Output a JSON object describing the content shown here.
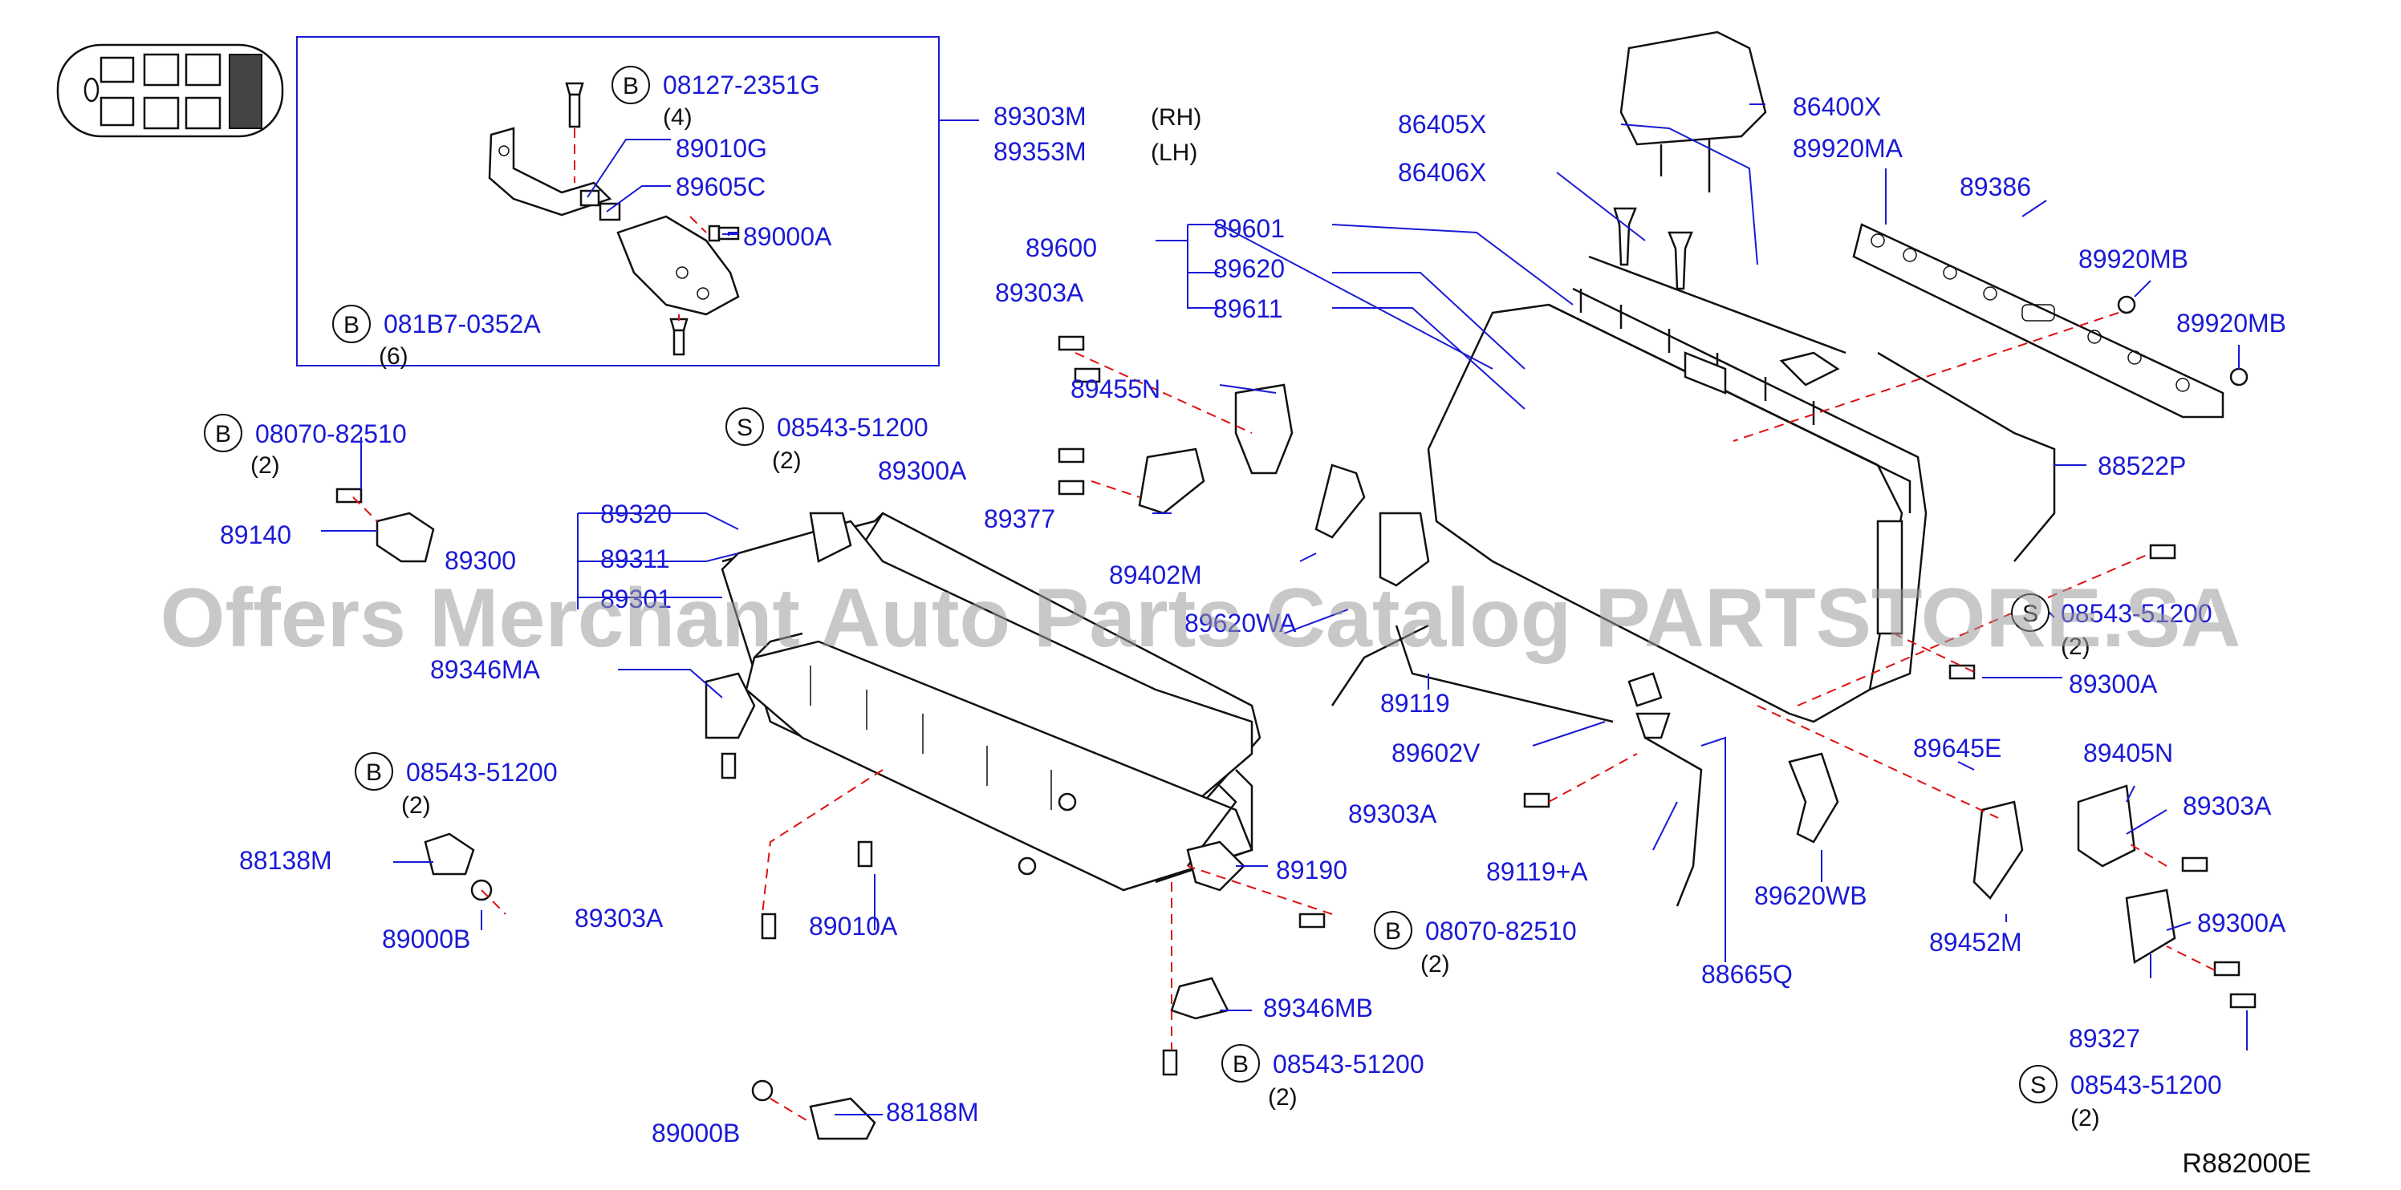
{
  "detail": {
    "b1_letter": "B",
    "b1_num": "08127-2351G",
    "b1_qty": "(4)",
    "p89010G": "89010G",
    "p89605C": "89605C",
    "p89000A": "89000A",
    "b2_letter": "B",
    "b2_num": "081B7-0352A",
    "b2_qty": "(6)"
  },
  "bracket": {
    "rh_num": "89303M",
    "rh_side": "(RH)",
    "lh_num": "89353M",
    "lh_side": "(LH)"
  },
  "top": {
    "p86405X": "86405X",
    "p86406X": "86406X",
    "p86400X": "86400X",
    "p89920MA": "89920MA",
    "p89386": "89386",
    "p89920MB_a": "89920MB",
    "p89920MB_b": "89920MB",
    "p88522P": "88522P",
    "p89600": "89600",
    "p89601": "89601",
    "p89620": "89620",
    "p89611": "89611",
    "p89303A_1": "89303A",
    "p89455N": "89455N",
    "s1_letter": "S",
    "s1_num": "08543-51200",
    "s1_qty": "(2)",
    "p89300A_1": "89300A",
    "p89377": "89377"
  },
  "left": {
    "b3_letter": "B",
    "b3_num": "08070-82510",
    "b3_qty": "(2)",
    "p89140": "89140",
    "p89300": "89300",
    "p89320": "89320",
    "p89311": "89311",
    "p89301": "89301",
    "p89346MA": "89346MA",
    "b4_letter": "B",
    "b4_num": "08543-51200",
    "b4_qty": "(2)",
    "p88138M": "88138M",
    "p89000B_1": "89000B",
    "p89303A_2": "89303A",
    "p89010A": "89010A",
    "p89000B_2": "89000B",
    "p88188M": "88188M"
  },
  "middle": {
    "p89402M": "89402M",
    "p89620WA": "89620WA",
    "p89119": "89119",
    "p89602V": "89602V",
    "p89303A_3": "89303A",
    "p89119A": "89119+A",
    "p88665Q": "88665Q",
    "p89190": "89190",
    "b5_letter": "B",
    "b5_num": "08070-82510",
    "b5_qty": "(2)",
    "p89346MB": "89346MB",
    "b6_letter": "B",
    "b6_num": "08543-51200",
    "b6_qty": "(2)"
  },
  "right": {
    "s2_letter": "S",
    "s2_num": "08543-51200",
    "s2_qty": "(2)",
    "p89300A_2": "89300A",
    "p89645E": "89645E",
    "p89405N": "89405N",
    "p89303A_4": "89303A",
    "p89620WB": "89620WB",
    "p89452M": "89452M",
    "p89300A_3": "89300A",
    "p89327": "89327",
    "s3_letter": "S",
    "s3_num": "08543-51200",
    "s3_qty": "(2)"
  },
  "footer": {
    "ref_code": "R882000E"
  },
  "watermark": "Offers Merchant Auto Parts Catalog PARTSTORE.SA",
  "colors": {
    "part_number": "#1a1ad6",
    "leader_line": "#1a1ad6",
    "hidden_line": "#e01010",
    "watermark": "#9a9a9a"
  }
}
